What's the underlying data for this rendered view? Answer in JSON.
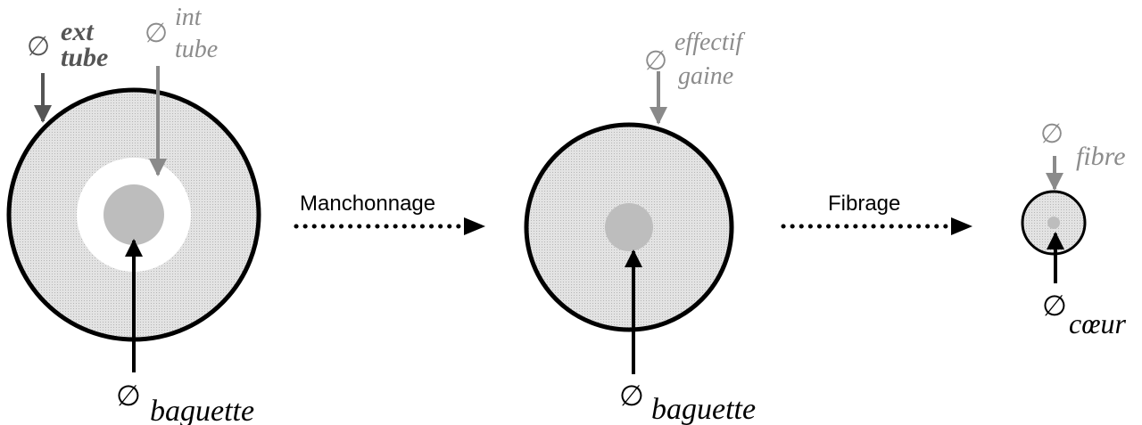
{
  "colors": {
    "outline": "#000000",
    "cladding_fill": "#dcdcdc",
    "core_fill": "#bfbfbf",
    "arrow_dark": "#000000",
    "arrow_grey": "#8a8a8a",
    "label_dark": "#333333",
    "label_grey": "#8c8c8c"
  },
  "symbol": "∅",
  "stages": {
    "tube": {
      "ext_label": [
        "ext",
        "tube"
      ],
      "int_label": [
        "int",
        "tube"
      ],
      "rod_label": "baguette"
    },
    "preform": {
      "cladding_label": [
        "effectif",
        "gaine"
      ],
      "rod_label": "baguette"
    },
    "fibre": {
      "fibre_label": "fibre",
      "core_label": "cœur"
    }
  },
  "steps": {
    "sleeving": "Manchonnage",
    "drawing": "Fibrage"
  }
}
